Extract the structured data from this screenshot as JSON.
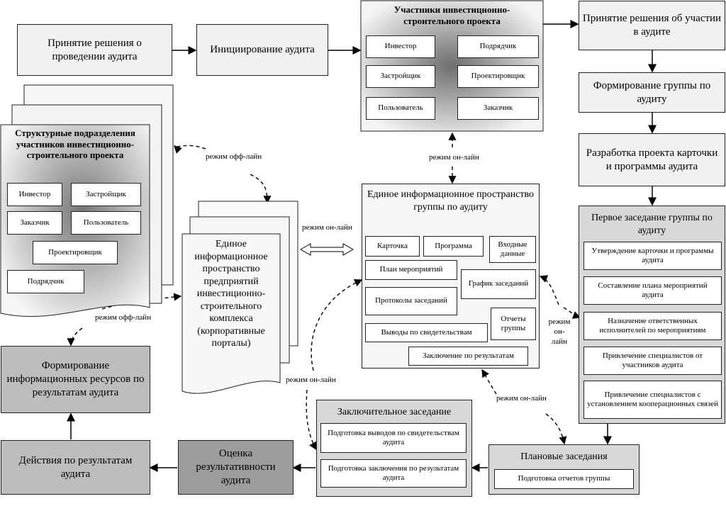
{
  "nodes": {
    "decision_audit": "Принятие решения о проведении аудита",
    "initiation": "Инициирование аудита",
    "decision_participation": "Принятие решения об участии в аудите",
    "group_formation": "Формирование группы по аудиту",
    "draft_card": "Разработка проекта карточки и программы аудита",
    "resources_formation": "Формирование информационных ресурсов по результатам аудита",
    "actions": "Действия по результатам аудита",
    "evaluation": "Оценка результативности аудита"
  },
  "participants": {
    "title": "Участники инвестиционно-строительного проекта",
    "items": [
      "Инвестор",
      "Подрядчик",
      "Застройщик",
      "Проектировщик",
      "Пользователь",
      "Заказчик"
    ]
  },
  "divisions": {
    "title": "Структурные подразделения участников инвестиционно-строительного проекта",
    "items": [
      "Инвестор",
      "Застройщик",
      "Заказчик",
      "Пользователь",
      "Проектировщик",
      "Подрядчик"
    ]
  },
  "enterprise_space": {
    "title": "Единое информационное пространство предприятий инвестиционно-строительного комплекса (корпоративные порталы)"
  },
  "group_space": {
    "title": "Единое информационное пространство группы по аудиту",
    "items": [
      "Карточка",
      "Программа",
      "Входные данные",
      "План мероприятий",
      "График заседаний",
      "Протоколы заседаний",
      "Отчеты группы",
      "Выводы по свидетельствам",
      "Заключение по результатам"
    ]
  },
  "first_meeting": {
    "title": "Первое заседание группы по аудиту",
    "items": [
      "Утверждение карточки и программы аудита",
      "Составление плана мероприятий аудита",
      "Назначение ответственных исполнителей по мероприятиям",
      "Привлечение специалистов от участников аудита",
      "Привлечение специалистов с установлением кооперационных связей"
    ]
  },
  "final_meeting": {
    "title": "Заключительное заседание",
    "items": [
      "Подготовка выводов по свидетельствам аудита",
      "Подготовка заключения по результатам аудита"
    ]
  },
  "planned_meetings": {
    "title": "Плановые заседания",
    "items": [
      "Подготовка отчетов группы"
    ]
  },
  "labels": {
    "offline_1": "режим офф-лайн",
    "online_1": "режим он-лайн",
    "online_2": "режим он-лайн",
    "offline_2": "режим офф-лайн",
    "online_3": "режим он-лайн",
    "online_4": "режим он-лайн",
    "online_5": "режим он-лайн"
  },
  "colors": {
    "box_light": "#f1f1f1",
    "box_gray": "#d8d8d8",
    "box_dark": "#9d9d9d"
  }
}
